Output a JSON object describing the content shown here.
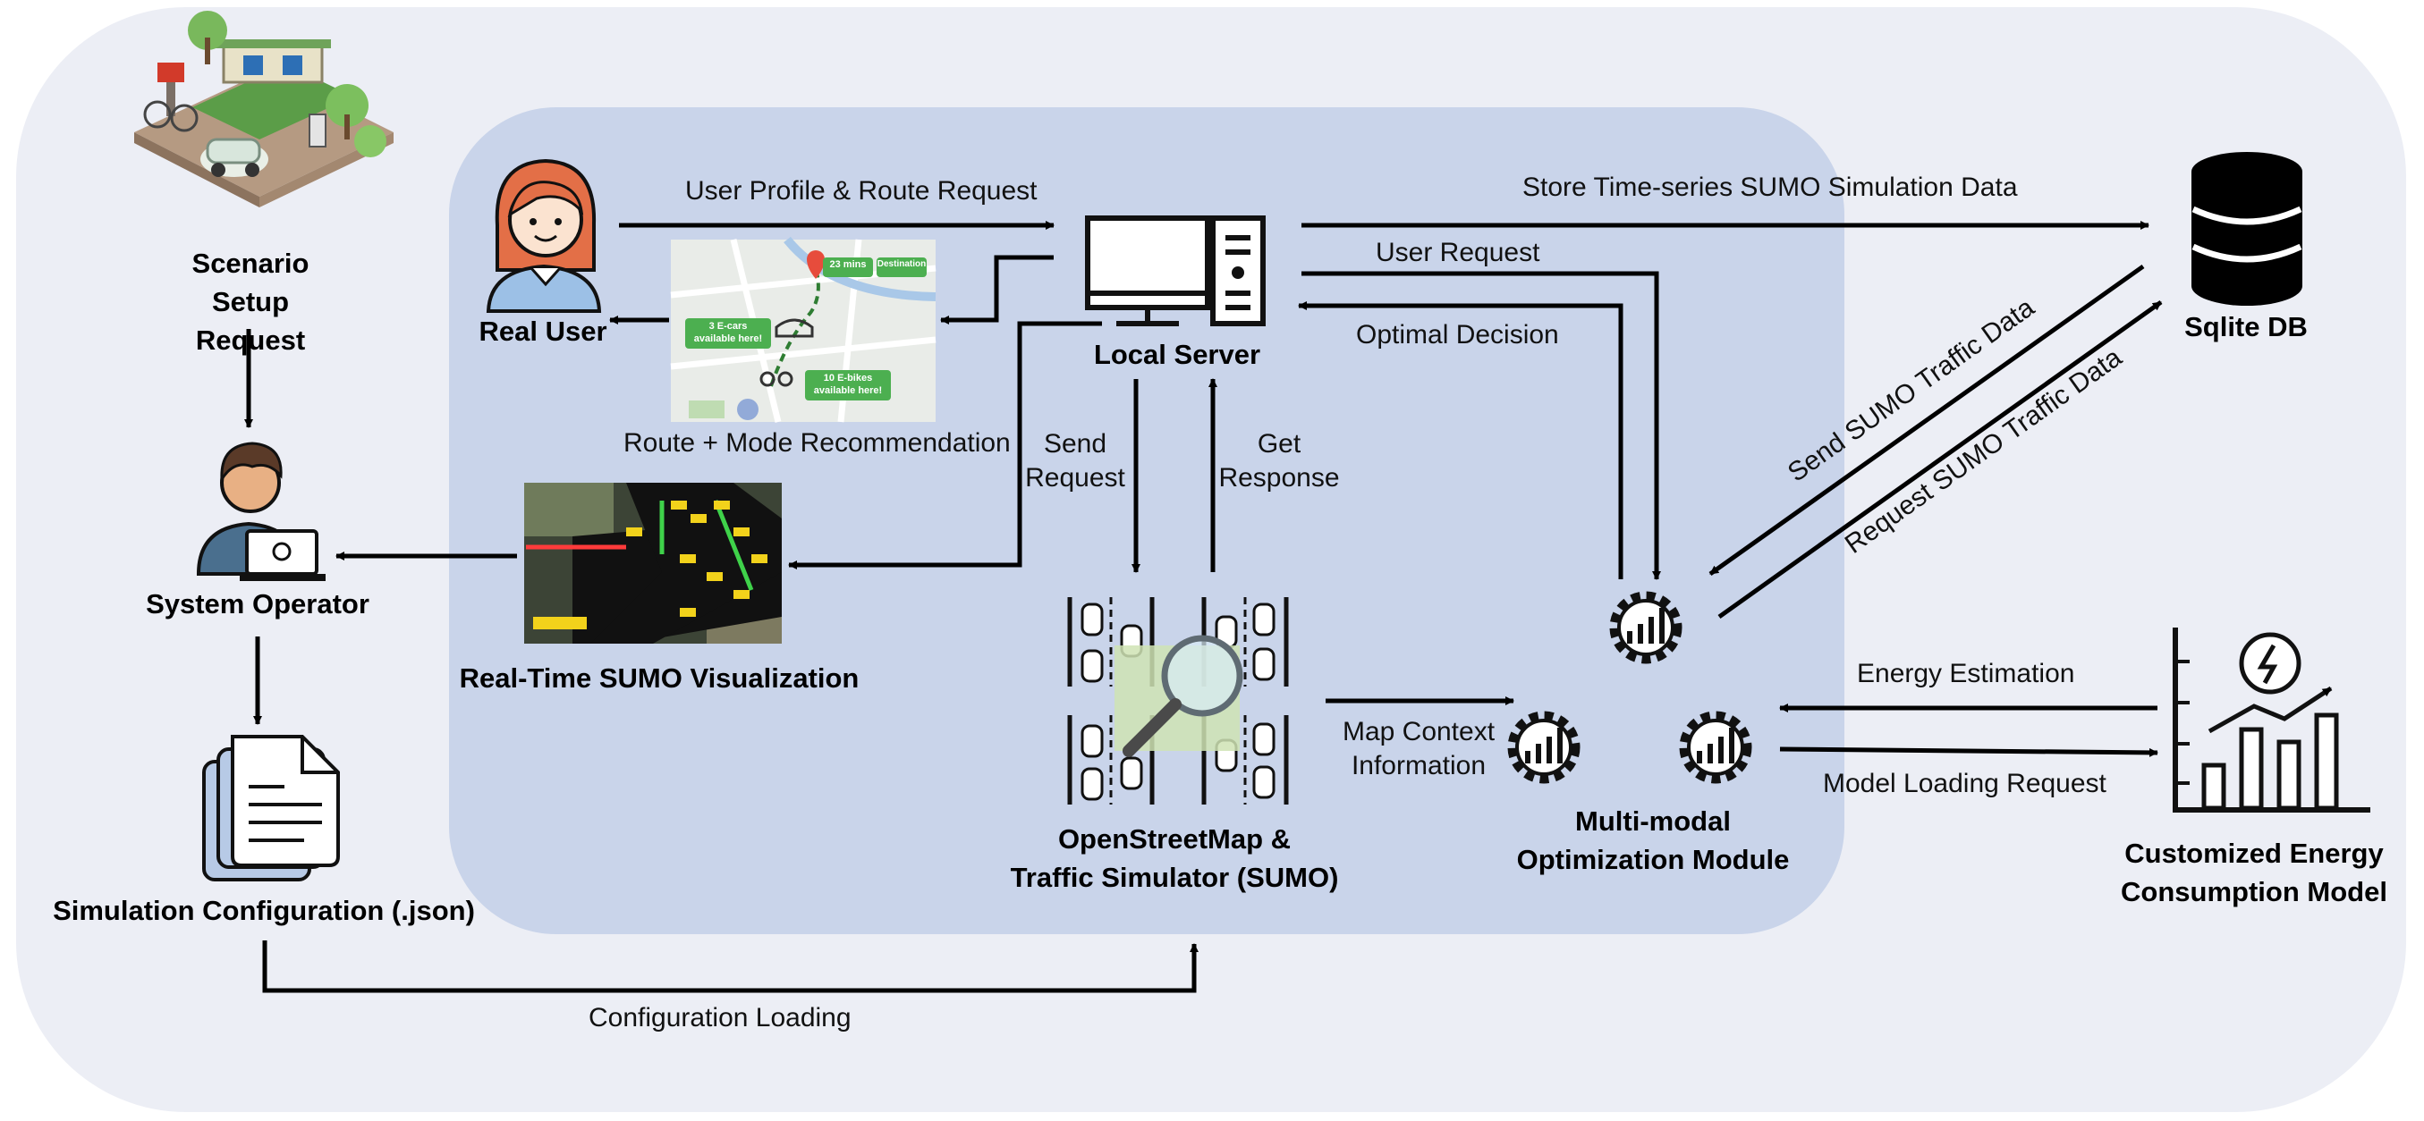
{
  "nodes": {
    "scenario": "Scenario Setup\nRequest",
    "operator": "System Operator",
    "config": "Simulation Configuration (.json)",
    "real_user": "Real User",
    "local_server": "Local Server",
    "visualization": "Real-Time SUMO Visualization",
    "simulator": "OpenStreetMap &\nTraffic Simulator (SUMO)",
    "optimizer": "Multi-modal\nOptimization Module",
    "database": "Sqlite DB",
    "energy_model": "Customized Energy\nConsumption Model"
  },
  "edges": {
    "profile_request": "User Profile & Route Request",
    "recommendation": "Route + Mode Recommendation",
    "store_data": "Store Time-series SUMO Simulation Data",
    "user_request": "User Request",
    "optimal_decision": "Optimal Decision",
    "send_request": "Send\nRequest",
    "get_response": "Get\nResponse",
    "send_traffic": "Send SUMO Traffic Data",
    "request_traffic": "Request SUMO Traffic Data",
    "map_context": "Map Context\nInformation",
    "energy_estimation": "Energy Estimation",
    "model_loading": "Model Loading Request",
    "config_loading": "Configuration Loading"
  },
  "map_card": {
    "time": "23 mins",
    "destination": "Destination",
    "ecars": "3 E-cars\navailable here!",
    "ebikes": "10 E-bikes\navailable here!"
  }
}
